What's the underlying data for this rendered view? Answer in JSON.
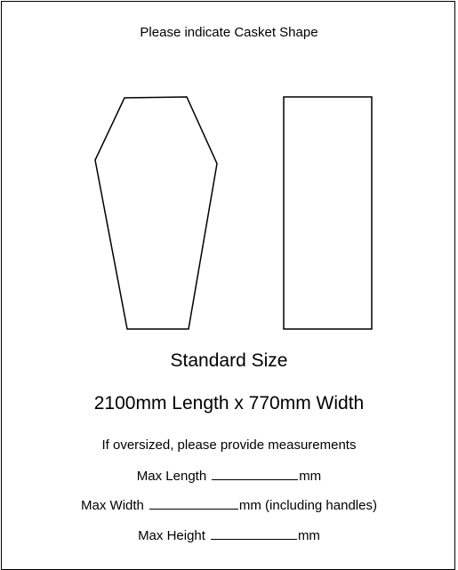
{
  "form": {
    "title": "Please indicate Casket Shape",
    "shapes": [
      {
        "name": "coffin"
      },
      {
        "name": "casket"
      }
    ],
    "standard_size_heading": "Standard Size",
    "standard_size_dimensions": "2100mm Length x 770mm Width",
    "oversize_instruction": "If oversized, please provide measurements",
    "measurements": {
      "length": {
        "label": "Max Length",
        "unit": "mm"
      },
      "width": {
        "label": "Max Width",
        "unit": "mm (including handles)"
      },
      "height": {
        "label": "Max Height",
        "unit": "mm"
      }
    }
  }
}
